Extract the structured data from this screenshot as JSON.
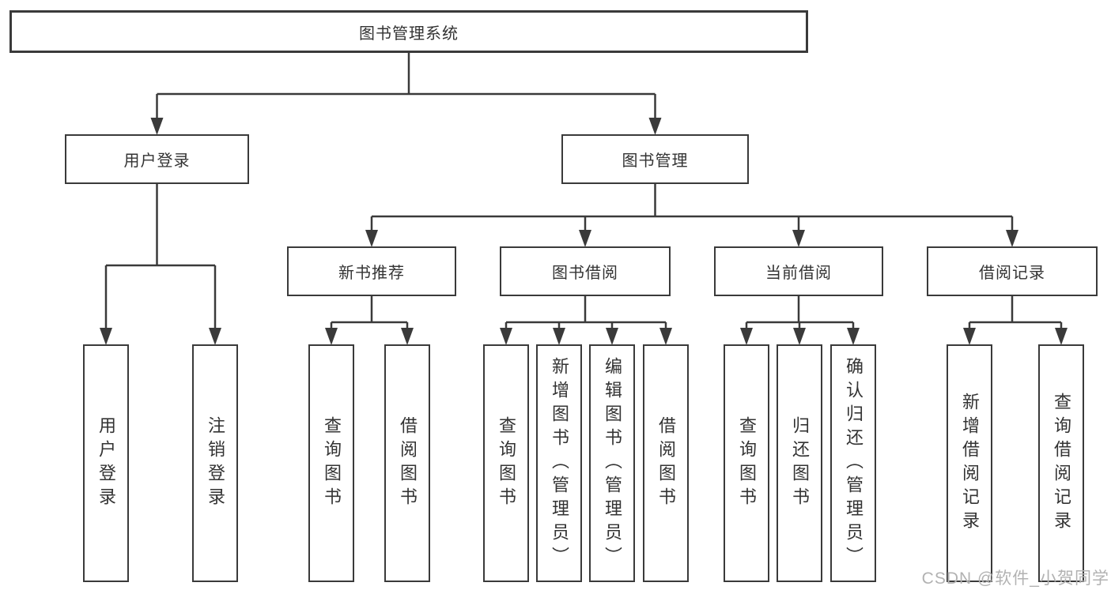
{
  "colors": {
    "line": "#3a3a3a",
    "box_border": "#3a3a3a",
    "text": "#333333",
    "background": "#ffffff",
    "watermark": "#b2b2b2"
  },
  "tree": {
    "label": "图书管理系统",
    "children": [
      {
        "label": "用户登录",
        "children": [
          {
            "label": "用户登录"
          },
          {
            "label": "注销登录"
          }
        ]
      },
      {
        "label": "图书管理",
        "children": [
          {
            "label": "新书推荐",
            "children": [
              {
                "label": "查询图书"
              },
              {
                "label": "借阅图书"
              }
            ]
          },
          {
            "label": "图书借阅",
            "children": [
              {
                "label": "查询图书"
              },
              {
                "label": "新增图书（管理员）"
              },
              {
                "label": "编辑图书（管理员）"
              },
              {
                "label": "借阅图书"
              }
            ]
          },
          {
            "label": "当前借阅",
            "children": [
              {
                "label": "查询图书"
              },
              {
                "label": "归还图书"
              },
              {
                "label": "确认归还（管理员）"
              }
            ]
          },
          {
            "label": "借阅记录",
            "children": [
              {
                "label": "新增借阅记录"
              },
              {
                "label": "查询借阅记录"
              }
            ]
          }
        ]
      }
    ]
  },
  "watermark": {
    "text": "CSDN @软件_小贺同学"
  }
}
